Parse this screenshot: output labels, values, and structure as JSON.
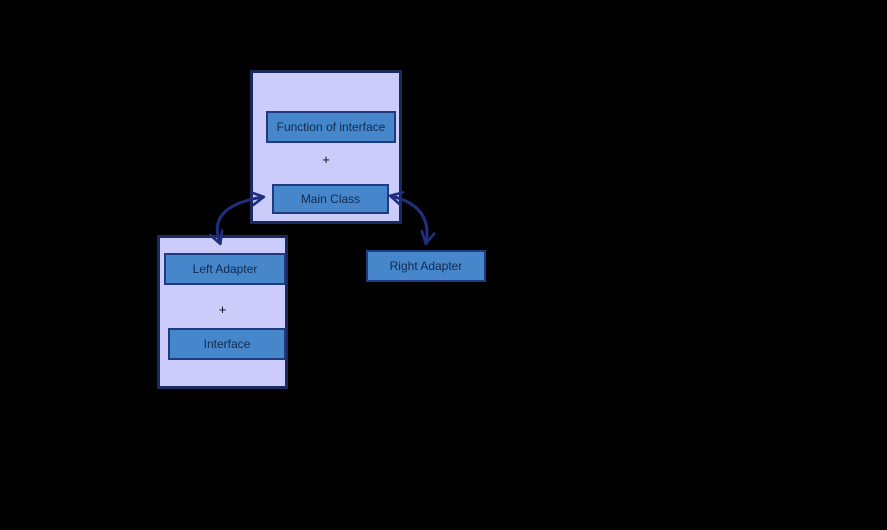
{
  "diagram": {
    "background": "#000000",
    "colors": {
      "background": "#000000",
      "container_fill": "#CBCCF9",
      "container_border": "#1B2A5A",
      "node_fill": "#4687CB",
      "node_border": "#203A82",
      "node_text": "#122A4E",
      "plus_text": "#0A0A14",
      "arrow": "#1F2E7E"
    },
    "main_group": {
      "function_label": "Function of interface",
      "plus": "+",
      "main_label": "Main Class"
    },
    "left_group": {
      "adapter_label": "Left Adapter",
      "plus": "+",
      "interface_label": "Interface"
    },
    "right_adapter": {
      "label": "Right Adapter"
    },
    "arrows": [
      {
        "from": "Main Class",
        "to": "Left Adapter",
        "style": "curved-double-headed"
      },
      {
        "from": "Main Class",
        "to": "Right Adapter",
        "style": "curved-double-headed"
      }
    ]
  }
}
